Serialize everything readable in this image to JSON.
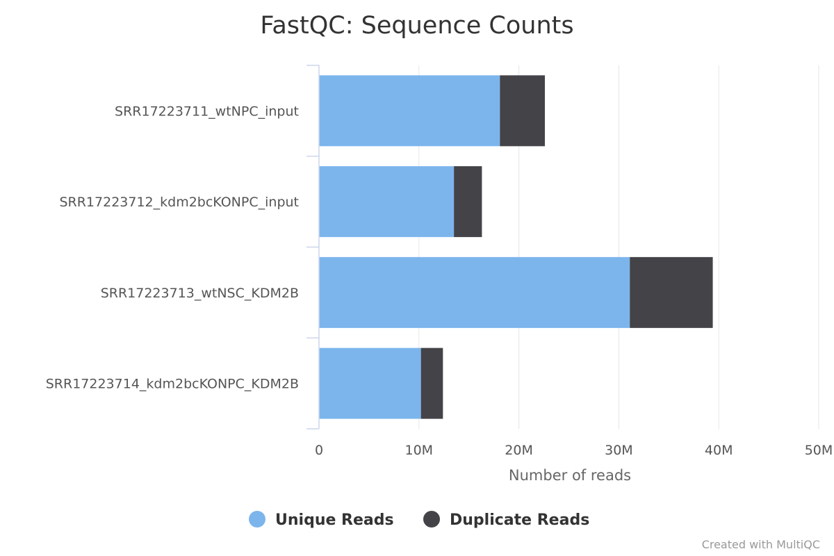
{
  "chart_data": {
    "type": "bar",
    "orientation": "horizontal",
    "stacked": true,
    "title": "FastQC: Sequence Counts",
    "xlabel": "Number of reads",
    "categories": [
      "SRR17223711_wtNPC_input",
      "SRR17223712_kdm2bcKONPC_input",
      "SRR17223713_wtNSC_KDM2B",
      "SRR17223714_kdm2bcKONPC_KDM2B"
    ],
    "series": [
      {
        "name": "Unique Reads",
        "color": "#7cb5ec",
        "values": [
          18100000,
          13500000,
          31100000,
          10200000
        ]
      },
      {
        "name": "Duplicate Reads",
        "color": "#434348",
        "values": [
          4500000,
          2800000,
          8300000,
          2200000
        ]
      }
    ],
    "xlim": [
      0,
      50000000
    ],
    "xticks": [
      0,
      10000000,
      20000000,
      30000000,
      40000000,
      50000000
    ],
    "xtick_labels": [
      "0",
      "10M",
      "20M",
      "30M",
      "40M",
      "50M"
    ],
    "grid": true,
    "legend_position": "bottom-center"
  },
  "credit": "Created with MultiQC"
}
